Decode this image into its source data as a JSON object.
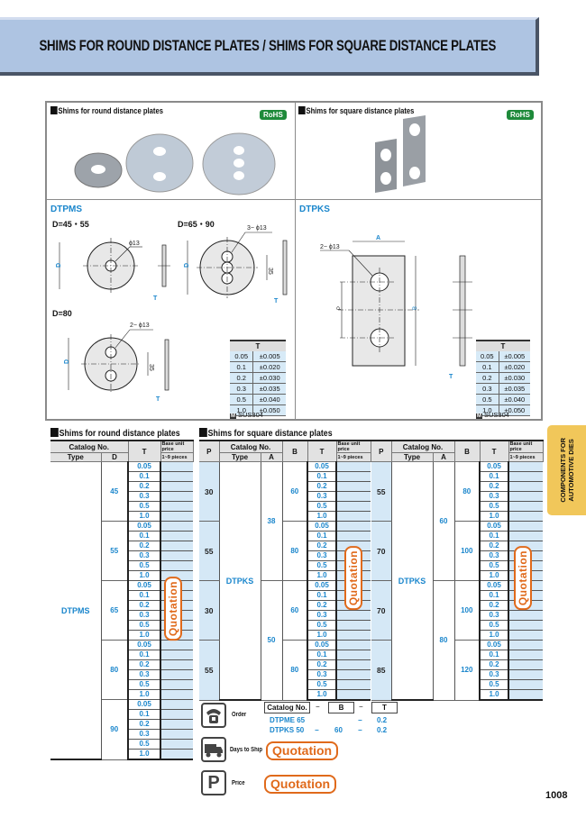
{
  "header": {
    "title": "SHIMS FOR ROUND DISTANCE PLATES / SHIMS FOR SQUARE DISTANCE PLATES"
  },
  "overview": {
    "round": {
      "heading": "Shims for round distance plates",
      "badge": "RoHS"
    },
    "square": {
      "heading": "Shims for square distance plates",
      "badge": "RoHS"
    }
  },
  "drawings": {
    "round": {
      "model": "DTPMS",
      "d1_label": "D=45・55",
      "d2_label": "D=65・90",
      "d3_label": "D=80",
      "hole1": "ϕ13",
      "hole2": "3−ϕ13",
      "hole3": "2−ϕ13",
      "pitch": "35",
      "dim_d": "D",
      "dim_t": "T"
    },
    "square": {
      "model": "DTPKS",
      "hole": "2−ϕ13",
      "dim_a": "A",
      "dim_b": "B",
      "dim_p": "P",
      "dim_t": "T"
    },
    "tolerance": {
      "header": "T",
      "rows": [
        [
          "0.05",
          "±0.005"
        ],
        [
          "0.1",
          "±0.020"
        ],
        [
          "0.2",
          "±0.030"
        ],
        [
          "0.3",
          "±0.035"
        ],
        [
          "0.5",
          "±0.040"
        ],
        [
          "1.0",
          "±0.050"
        ]
      ],
      "material_badge": "M",
      "material": "SUS304"
    }
  },
  "round_table": {
    "title": "Shims for round distance plates",
    "headers": {
      "catalog": "Catalog No.",
      "type": "Type",
      "d": "D",
      "t": "T",
      "price1": "Base unit price",
      "price2": "1~9 pieces"
    },
    "type": "DTPMS",
    "groups": [
      {
        "d": "45",
        "t": [
          "0.05",
          "0.1",
          "0.2",
          "0.3",
          "0.5",
          "1.0"
        ]
      },
      {
        "d": "55",
        "t": [
          "0.05",
          "0.1",
          "0.2",
          "0.3",
          "0.5",
          "1.0"
        ]
      },
      {
        "d": "65",
        "t": [
          "0.05",
          "0.1",
          "0.2",
          "0.3",
          "0.5",
          "1.0"
        ]
      },
      {
        "d": "80",
        "t": [
          "0.05",
          "0.1",
          "0.2",
          "0.3",
          "0.5",
          "1.0"
        ]
      },
      {
        "d": "90",
        "t": [
          "0.05",
          "0.1",
          "0.2",
          "0.3",
          "0.5",
          "1.0"
        ]
      }
    ],
    "price": "Quotation"
  },
  "square_table": {
    "title": "Shims for square distance plates",
    "headers": {
      "p": "P",
      "catalog": "Catalog No.",
      "type": "Type",
      "a": "A",
      "b": "B",
      "t": "T",
      "price1": "Base unit price",
      "price2": "1~9 pieces"
    },
    "left": {
      "type": "DTPKS",
      "groups": [
        {
          "p": "30",
          "a": "38",
          "b": "60",
          "t": [
            "0.05",
            "0.1",
            "0.2",
            "0.3",
            "0.5",
            "1.0"
          ]
        },
        {
          "p": "55",
          "a": "38",
          "b": "80",
          "t": [
            "0.05",
            "0.1",
            "0.2",
            "0.3",
            "0.5",
            "1.0"
          ]
        },
        {
          "p": "30",
          "a": "50",
          "b": "60",
          "t": [
            "0.05",
            "0.1",
            "0.2",
            "0.3",
            "0.5",
            "1.0"
          ]
        },
        {
          "p": "55",
          "a": "50",
          "b": "80",
          "t": [
            "0.05",
            "0.1",
            "0.2",
            "0.3",
            "0.5",
            "1.0"
          ]
        }
      ],
      "a_values": [
        "38",
        "50"
      ]
    },
    "right": {
      "type": "DTPKS",
      "groups": [
        {
          "p": "55",
          "a": "60",
          "b": "80",
          "t": [
            "0.05",
            "0.1",
            "0.2",
            "0.3",
            "0.5",
            "1.0"
          ]
        },
        {
          "p": "70",
          "a": "60",
          "b": "100",
          "t": [
            "0.05",
            "0.1",
            "0.2",
            "0.3",
            "0.5",
            "1.0"
          ]
        },
        {
          "p": "70",
          "a": "80",
          "b": "100",
          "t": [
            "0.05",
            "0.1",
            "0.2",
            "0.3",
            "0.5",
            "1.0"
          ]
        },
        {
          "p": "85",
          "a": "80",
          "b": "120",
          "t": [
            "0.05",
            "0.1",
            "0.2",
            "0.3",
            "0.5",
            "1.0"
          ]
        }
      ],
      "a_values": [
        "60",
        "80"
      ]
    },
    "price": "Quotation"
  },
  "order": {
    "label": "Order",
    "boxes": [
      "Catalog No.",
      "B",
      "T"
    ],
    "dash": "−",
    "examples": [
      {
        "catalog": "DTPME 65",
        "b": "",
        "t": "0.2"
      },
      {
        "catalog": "DTPKS 50",
        "b": "60",
        "t": "0.2"
      }
    ],
    "days_label": "Days to Ship",
    "days_value": "Quotation",
    "price_label": "Price",
    "price_value": "Quotation"
  },
  "side_tab": {
    "line1": "COMPONENTS FOR",
    "line2": "AUTOMOTIVE DIES"
  },
  "page_number": "1008",
  "colors": {
    "accent_blue": "#1a86cc",
    "quote_orange": "#e06a1b",
    "banner": "#aec4e2",
    "tab": "#f1c75a",
    "price_cell": "#d5e8f6"
  }
}
